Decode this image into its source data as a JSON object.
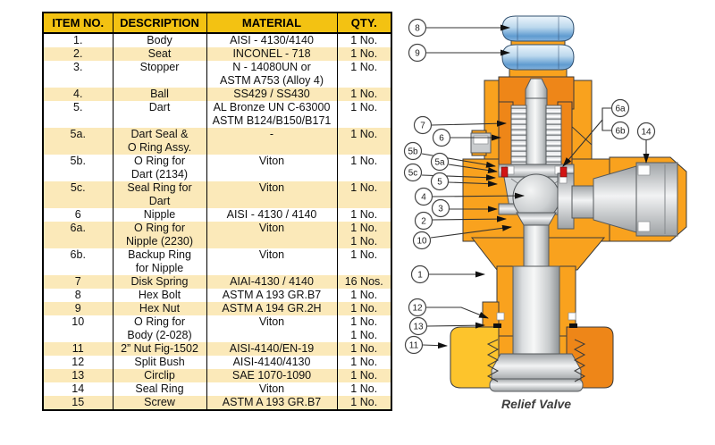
{
  "table": {
    "headers": [
      "ITEM NO.",
      "DESCRIPTION",
      "MATERIAL",
      "QTY."
    ],
    "rows": [
      {
        "item": "1.",
        "desc": "Body",
        "material": "AISI - 4130/4140",
        "qty": "1 No.",
        "shaded": false
      },
      {
        "item": "2.",
        "desc": "Seat",
        "material": "INCONEL - 718",
        "qty": "1 No.",
        "shaded": true
      },
      {
        "item": "3.",
        "desc": "Stopper",
        "material": "N - 14080UN or\nASTM A753 (Alloy 4)",
        "qty": "1 No.",
        "shaded": false
      },
      {
        "item": "4.",
        "desc": "Ball",
        "material": "SS429 / SS430",
        "qty": "1 No.",
        "shaded": true
      },
      {
        "item": "5.",
        "desc": "Dart",
        "material": "AL Bronze UN C-63000\nASTM B124/B150/B171",
        "qty": "1 No.",
        "shaded": false
      },
      {
        "item": "5a.",
        "desc": "Dart Seal &\nO Ring Assy.",
        "material": "-",
        "qty": "1 No.",
        "shaded": true
      },
      {
        "item": "5b.",
        "desc": "O Ring for\nDart (2134)",
        "material": "Viton",
        "qty": "1 No.",
        "shaded": false
      },
      {
        "item": "5c.",
        "desc": "Seal Ring for\nDart",
        "material": "Viton",
        "qty": "1 No.",
        "shaded": true
      },
      {
        "item": "6",
        "desc": "Nipple",
        "material": "AISI - 4130 / 4140",
        "qty": "1 No.",
        "shaded": false
      },
      {
        "item": "6a.",
        "desc": "O Ring for\nNipple (2230)",
        "material": "Viton",
        "qty": "1 No.\n1 No.",
        "shaded": true
      },
      {
        "item": "6b.",
        "desc": "Backup Ring\nfor Nipple",
        "material": "Viton",
        "qty": "1 No.",
        "shaded": false
      },
      {
        "item": "7",
        "desc": "Disk Spring",
        "material": "AIAI-4130 / 4140",
        "qty": "16 Nos.",
        "shaded": true
      },
      {
        "item": "8",
        "desc": "Hex Bolt",
        "material": "ASTM A 193 GR.B7",
        "qty": "1 No.",
        "shaded": false
      },
      {
        "item": "9",
        "desc": "Hex Nut",
        "material": "ASTM A 194 GR.2H",
        "qty": "1 No.",
        "shaded": true
      },
      {
        "item": "10",
        "desc": "O Ring for\nBody (2-028)",
        "material": "Viton",
        "qty": "1 No.\n1 No.",
        "shaded": false
      },
      {
        "item": "11",
        "desc": "2” Nut Fig-1502",
        "material": "AISI-4140/EN-19",
        "qty": "1 No.",
        "shaded": true
      },
      {
        "item": "12",
        "desc": "Split Bush",
        "material": "AISI-4140/4130",
        "qty": "1 No.",
        "shaded": false
      },
      {
        "item": "13",
        "desc": "Circlip",
        "material": "SAE 1070-1090",
        "qty": "1 No.",
        "shaded": true
      },
      {
        "item": "14",
        "desc": "Seal Ring",
        "material": "Viton",
        "qty": "1 No.",
        "shaded": false
      },
      {
        "item": "15",
        "desc": "Screw",
        "material": "ASTM A 193 GR.B7",
        "qty": "1 No.",
        "shaded": true
      }
    ]
  },
  "diagram": {
    "caption": "Relief Valve",
    "callouts": [
      "8",
      "9",
      "7",
      "6",
      "5b",
      "5a",
      "5c",
      "5",
      "4",
      "3",
      "2",
      "10",
      "1",
      "12",
      "13",
      "11",
      "6a",
      "6b",
      "14"
    ]
  },
  "colors": {
    "header_yellow": "#F3C212",
    "row_stripe": "#FBE9B9",
    "body_orange": "#F9A21E",
    "body_orange_dark": "#EE8618",
    "part_yellow": "#FDC42C",
    "nut_blue": "#5F9BD0",
    "steel_gray": "#C9CCCE",
    "seal_red": "#D21414"
  }
}
